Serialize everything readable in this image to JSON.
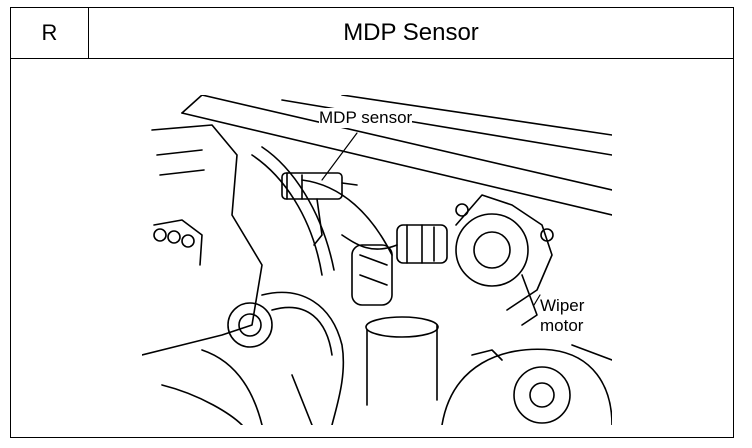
{
  "header": {
    "code": "R",
    "title": "MDP Sensor"
  },
  "figure": {
    "labels": {
      "mdp_sensor": "MDP sensor",
      "wiper_motor_line1": "Wiper",
      "wiper_motor_line2": "motor"
    }
  }
}
